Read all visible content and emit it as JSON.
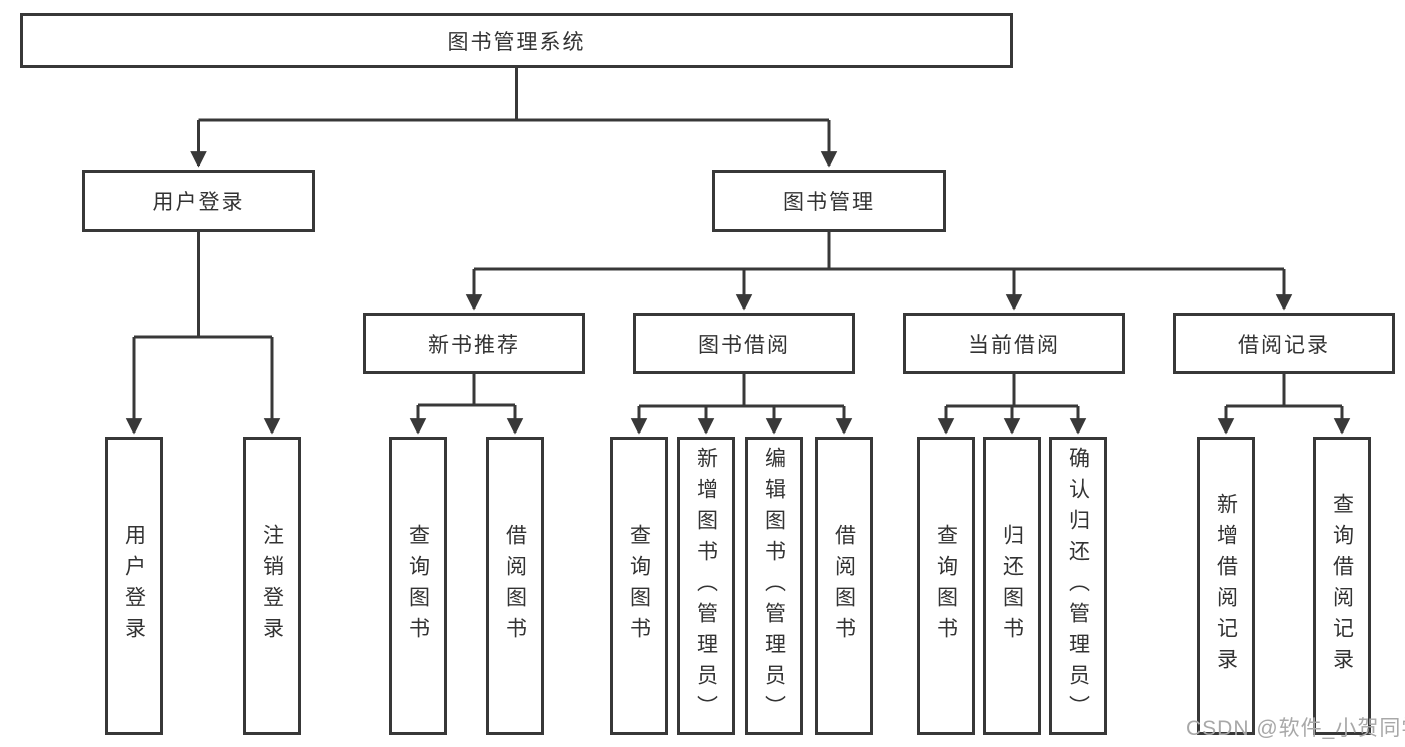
{
  "tree": {
    "root": {
      "label": "图书管理系统"
    },
    "branches": [
      {
        "label": "用户登录",
        "children": [
          "用户登录",
          "注销登录"
        ]
      },
      {
        "label": "图书管理",
        "groups": [
          {
            "label": "新书推荐",
            "children": [
              "查询图书",
              "借阅图书"
            ]
          },
          {
            "label": "图书借阅",
            "children": [
              "查询图书",
              "新增图书（管理员）",
              "编辑图书（管理员）",
              "借阅图书"
            ]
          },
          {
            "label": "当前借阅",
            "children": [
              "查询图书",
              "归还图书",
              "确认归还（管理员）"
            ]
          },
          {
            "label": "借阅记录",
            "children": [
              "新增借阅记录",
              "查询借阅记录"
            ]
          }
        ]
      }
    ]
  },
  "watermark": {
    "text": "CSDN @软件_小贺同学"
  },
  "colors": {
    "line": "#383838",
    "text": "#333333",
    "watermark": "#a8a8a8",
    "background": "#ffffff"
  }
}
